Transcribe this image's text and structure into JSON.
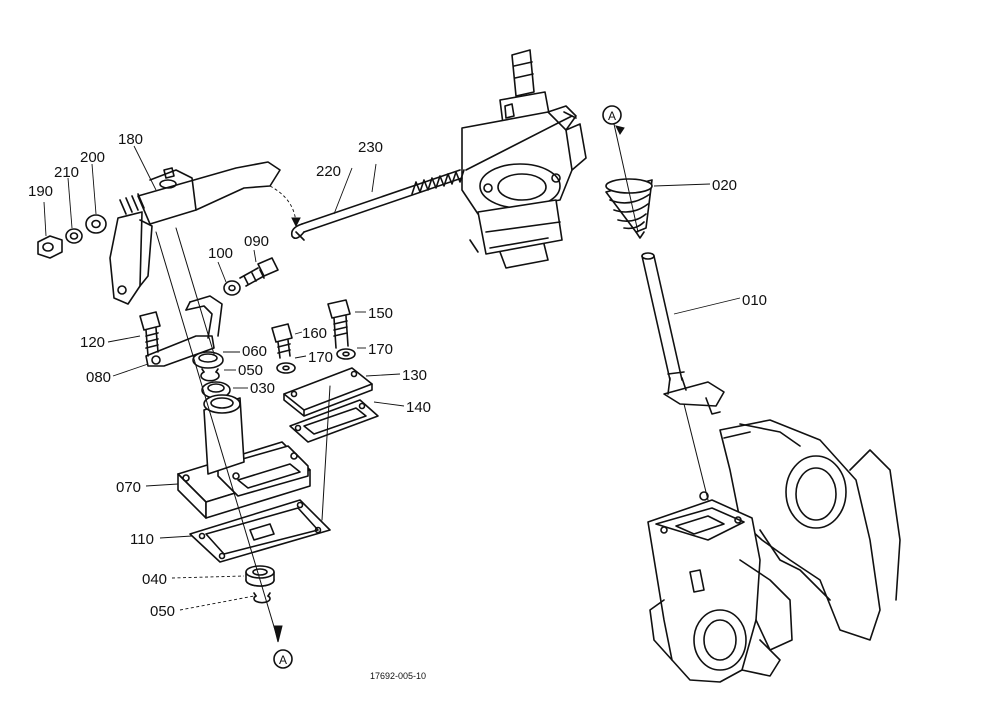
{
  "labels": {
    "p010": "010",
    "p020": "020",
    "p030": "030",
    "p040": "040",
    "p050a": "050",
    "p050b": "050",
    "p060": "060",
    "p070": "070",
    "p080": "080",
    "p090": "090",
    "p100": "100",
    "p110": "110",
    "p120": "120",
    "p130": "130",
    "p140": "140",
    "p150": "150",
    "p160": "160",
    "p170a": "170",
    "p170b": "170",
    "p180": "180",
    "p190": "190",
    "p200": "200",
    "p210": "210",
    "p220": "220",
    "p230": "230"
  },
  "ref_marker": "A",
  "drawing_code": "17692-005-10"
}
